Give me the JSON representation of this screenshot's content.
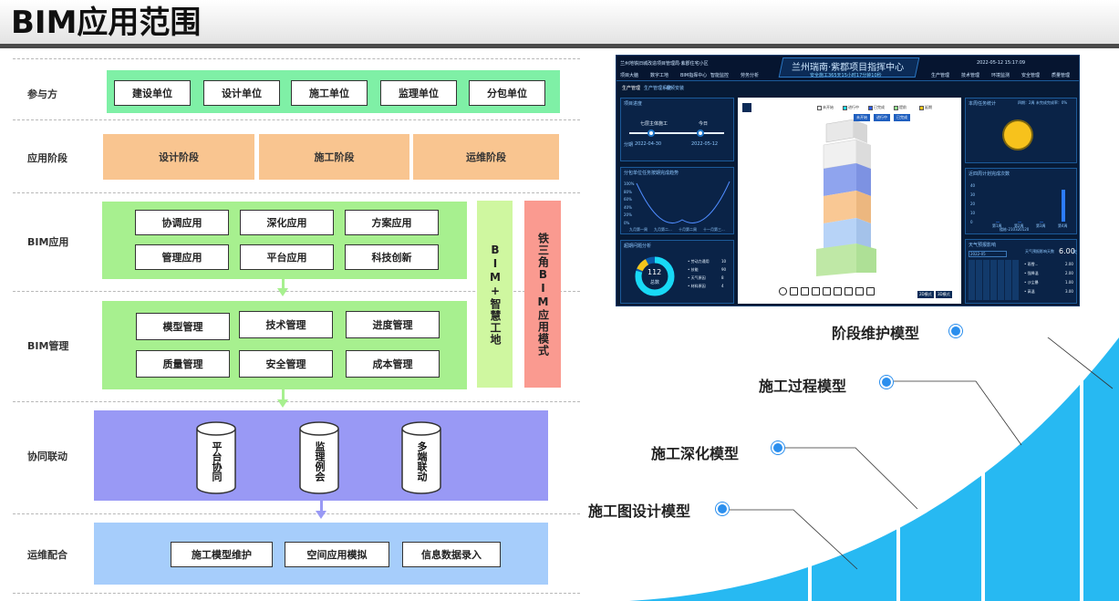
{
  "title": "BIM应用范围",
  "rows": {
    "participants": {
      "label": "参与方",
      "items": [
        "建设单位",
        "设计单位",
        "施工单位",
        "监理单位",
        "分包单位"
      ]
    },
    "stages": {
      "label": "应用阶段",
      "items": [
        "设计阶段",
        "施工阶段",
        "运维阶段"
      ]
    },
    "bim_apply": {
      "label": "BIM应用",
      "items": [
        "协调应用",
        "深化应用",
        "方案应用",
        "管理应用",
        "平台应用",
        "科技创新"
      ]
    },
    "bim_manage": {
      "label": "BIM管理",
      "items": [
        "模型管理",
        "技术管理",
        "进度管理",
        "质量管理",
        "安全管理",
        "成本管理"
      ]
    },
    "collab": {
      "label": "协同联动",
      "items": [
        "平台协同",
        "监理例会",
        "多端联动"
      ]
    },
    "ops": {
      "label": "运维配合",
      "items": [
        "施工模型维护",
        "空间应用模拟",
        "信息数据录入"
      ]
    }
  },
  "side_columns": {
    "bim_smart": "BIM+智慧工地",
    "triangle": "铁三角BIM应用模式"
  },
  "dashboard": {
    "left_title": "兰州地铁旧城改造项目管理局·紫郡住宅小区",
    "center_title": "兰州瑞南·紫郡项目指挥中心",
    "center_sub": "安全施工365天15小时17分钟10秒",
    "datetime": "2022-05-12 15:17:09",
    "nav_left": [
      "项目大脑",
      "数字工地",
      "BIM指挥中心",
      "智能监控",
      "劳务分析"
    ],
    "nav_right": [
      "生产管理",
      "技术管理",
      "环境监测",
      "安全管理",
      "质量管理"
    ],
    "subnav": [
      "生产管理",
      "生产管理系统",
      "视频安装"
    ],
    "panel_titles": [
      "项目进度",
      "分包单位任务按期完成趋势",
      "超期问题分析",
      "本周任务统计",
      "近四周计划完成次数",
      "天气预报影响"
    ],
    "timeline": {
      "start_label": "七层主体施工",
      "start_date": "2022-04-30",
      "end_label": "今日",
      "end_date": "2022-05-12",
      "tag": "分期"
    },
    "donut_value": "112",
    "donut_caption": "总数",
    "issues": [
      [
        "劳动力通用",
        "10"
      ],
      [
        "技能",
        "90"
      ],
      [
        "天气原因",
        "8"
      ],
      [
        "材料原因",
        "4"
      ]
    ],
    "percent_ticks": [
      "100%",
      "80%",
      "60%",
      "40%",
      "20%",
      "0%"
    ],
    "curve_x_labels": [
      "九月第一周",
      "九月第二...",
      "十月第二周",
      "十一月第三..."
    ],
    "week_stat": "四期：2周 未完成完成率：0%",
    "bar_y_ticks": [
      "40",
      "30",
      "20",
      "10",
      "0"
    ],
    "bar_x_labels": [
      "第1周",
      "第2周",
      "第3周",
      "第4周"
    ],
    "bar_values": [
      0,
      0,
      0,
      35
    ],
    "bar_legend": "楼栋-210320120",
    "model_legend": [
      "未开始",
      "进行中",
      "已完成",
      "提前",
      "延期"
    ],
    "model_buttons": [
      "未开始",
      "进行中",
      "已完成"
    ],
    "toolbar_modes": [
      "2D模式",
      "3D模式"
    ],
    "weather_temp": "6.00",
    "weather_unit": "天",
    "weather_year": "2022-05",
    "weather_note": "天气预报影响天数",
    "weather_items": [
      [
        "雨雪...",
        "2.00"
      ],
      [
        "强降温",
        "2.00"
      ],
      [
        "沙尘暴",
        "1.00"
      ],
      [
        "高温",
        "3.00"
      ]
    ]
  },
  "models": [
    "阶段维护模型",
    "施工过程模型",
    "施工深化模型",
    "施工图设计模型"
  ],
  "colors": {
    "participants_band": "#7ff0a6",
    "stage_box": "#f9c590",
    "apply_band": "#a7f08f",
    "collab_band": "#9999f5",
    "ops_band": "#a6cdfb",
    "col_bim": "#cff7a0",
    "col_triangle": "#fa9a90",
    "curve_blue": "#27b9f2",
    "dot_blue": "#2b8fee",
    "header_bar": "#4a4a4a"
  }
}
